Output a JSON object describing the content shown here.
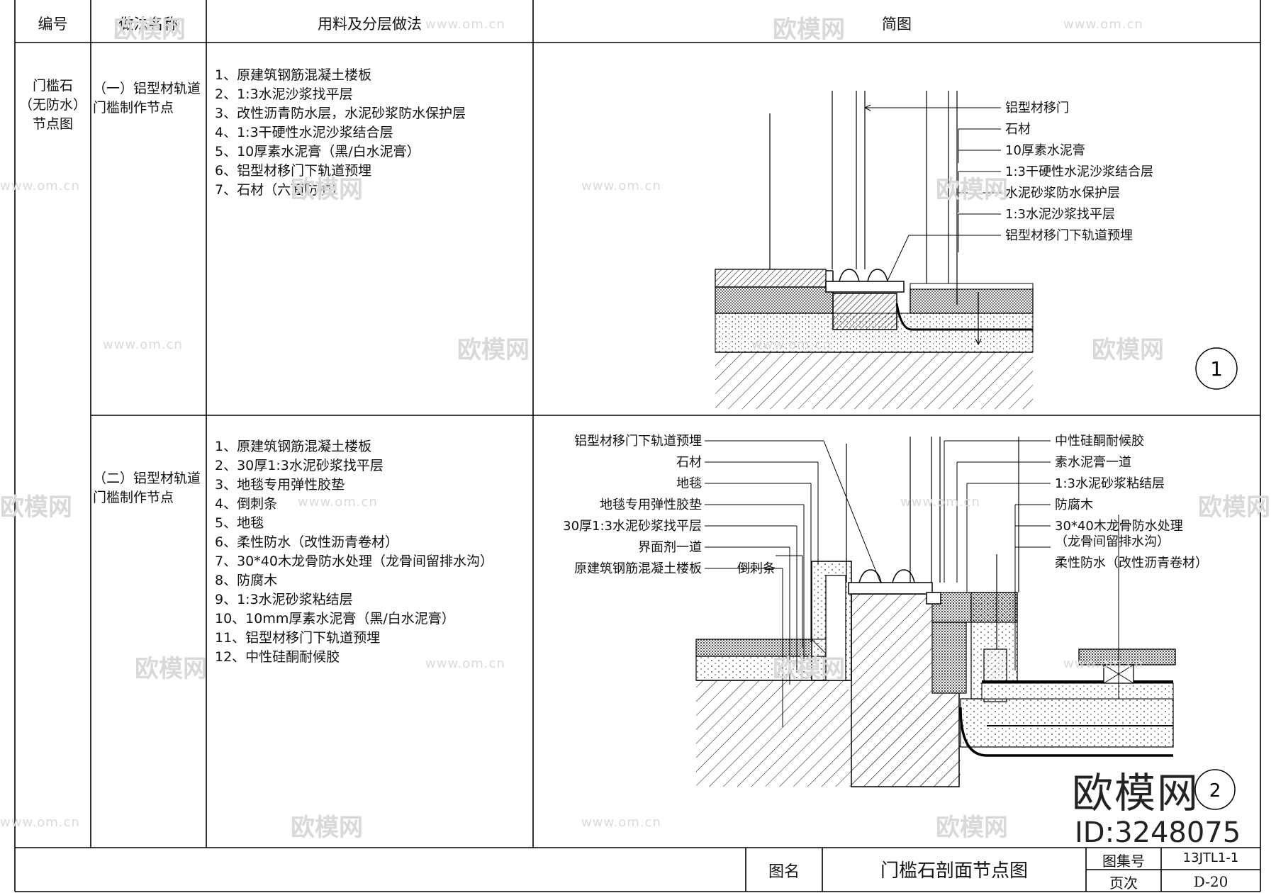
{
  "headers": {
    "number": "编号",
    "method_name": "做法名称",
    "materials": "用料及分层做法",
    "sketch": "简图"
  },
  "category": "门槛石（无防水）节点图",
  "category_lines": [
    "门槛石",
    "（无防水）",
    "节点图"
  ],
  "rows": [
    {
      "method_lines": [
        "（一）铝型材轨道",
        "门槛制作节点"
      ],
      "steps": [
        "1、原建筑钢筋混凝土楼板",
        "2、1:3水泥沙浆找平层",
        "3、改性沥青防水层，水泥砂浆防水保护层",
        "4、1:3干硬性水泥沙浆结合层",
        "5、10厚素水泥膏（黑/白水泥膏）",
        "6、铝型材移门下轨道预埋",
        "7、石材（六面防护）"
      ],
      "callouts": [
        "铝型材移门",
        "石材",
        "10厚素水泥膏",
        "1:3干硬性水泥沙浆结合层",
        "水泥砂浆防水保护层",
        "1:3水泥沙浆找平层",
        "铝型材移门下轨道预埋"
      ],
      "detail_number": "1"
    },
    {
      "method_lines": [
        "（二）铝型材轨道",
        "门槛制作节点"
      ],
      "steps": [
        "1、原建筑钢筋混凝土楼板",
        "2、30厚1:3水泥砂浆找平层",
        "3、地毯专用弹性胶垫",
        "4、倒刺条",
        "5、地毯",
        "6、柔性防水（改性沥青卷材）",
        "7、30*40木龙骨防水处理（龙骨间留排水沟）",
        "8、防腐木",
        "9、1:3水泥砂浆粘结层",
        "10、10mm厚素水泥膏（黑/白水泥膏）",
        "11、铝型材移门下轨道预埋",
        "12、中性硅酮耐候胶"
      ],
      "callouts_left": [
        "铝型材移门下轨道预埋",
        "石材",
        "地毯",
        "地毯专用弹性胶垫",
        "30厚1:3水泥砂浆找平层",
        "界面剂一道",
        "原建筑钢筋混凝土楼板"
      ],
      "callout_barb": "倒刺条",
      "callouts_right": [
        "中性硅酮耐候胶",
        "素水泥膏一道",
        "1:3水泥砂浆粘结层",
        "防腐木",
        "30*40木龙骨防水处理",
        "（龙骨间留排水沟）",
        "柔性防水（改性沥青卷材）"
      ],
      "detail_number": "2"
    }
  ],
  "title_block": {
    "name_label": "图名",
    "name_value": "门槛石剖面节点图",
    "atlas_label": "图集号",
    "atlas_value": "13JTL1-1",
    "page_label": "页次",
    "page_value": "D-20"
  },
  "watermark": {
    "brand": "欧模网",
    "url": "www.om.cn",
    "id": "ID:3248075"
  }
}
